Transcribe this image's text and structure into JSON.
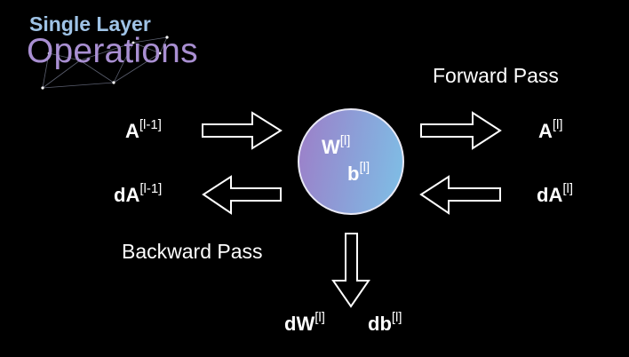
{
  "title": {
    "line1": "Single Layer",
    "line2": "Operations"
  },
  "captions": {
    "forward": "Forward Pass",
    "backward": "Backward Pass"
  },
  "variables": {
    "a_prev": {
      "base": "A",
      "sup": "[l-1]"
    },
    "a_curr": {
      "base": "A",
      "sup": "[l]"
    },
    "da_prev": {
      "base": "dA",
      "sup": "[l-1]"
    },
    "da_curr": {
      "base": "dA",
      "sup": "[l]"
    },
    "w": {
      "base": "W",
      "sup": "[l]"
    },
    "b": {
      "base": "b",
      "sup": "[l]"
    },
    "dw": {
      "base": "dW",
      "sup": "[l]"
    },
    "db": {
      "base": "db",
      "sup": "[l]"
    }
  },
  "colors": {
    "background": "#000000",
    "title_line1": "#9fc3e6",
    "title_line2": "#a98fd2",
    "circle_left": "#9d7ec8",
    "circle_right": "#7ec0e6"
  }
}
